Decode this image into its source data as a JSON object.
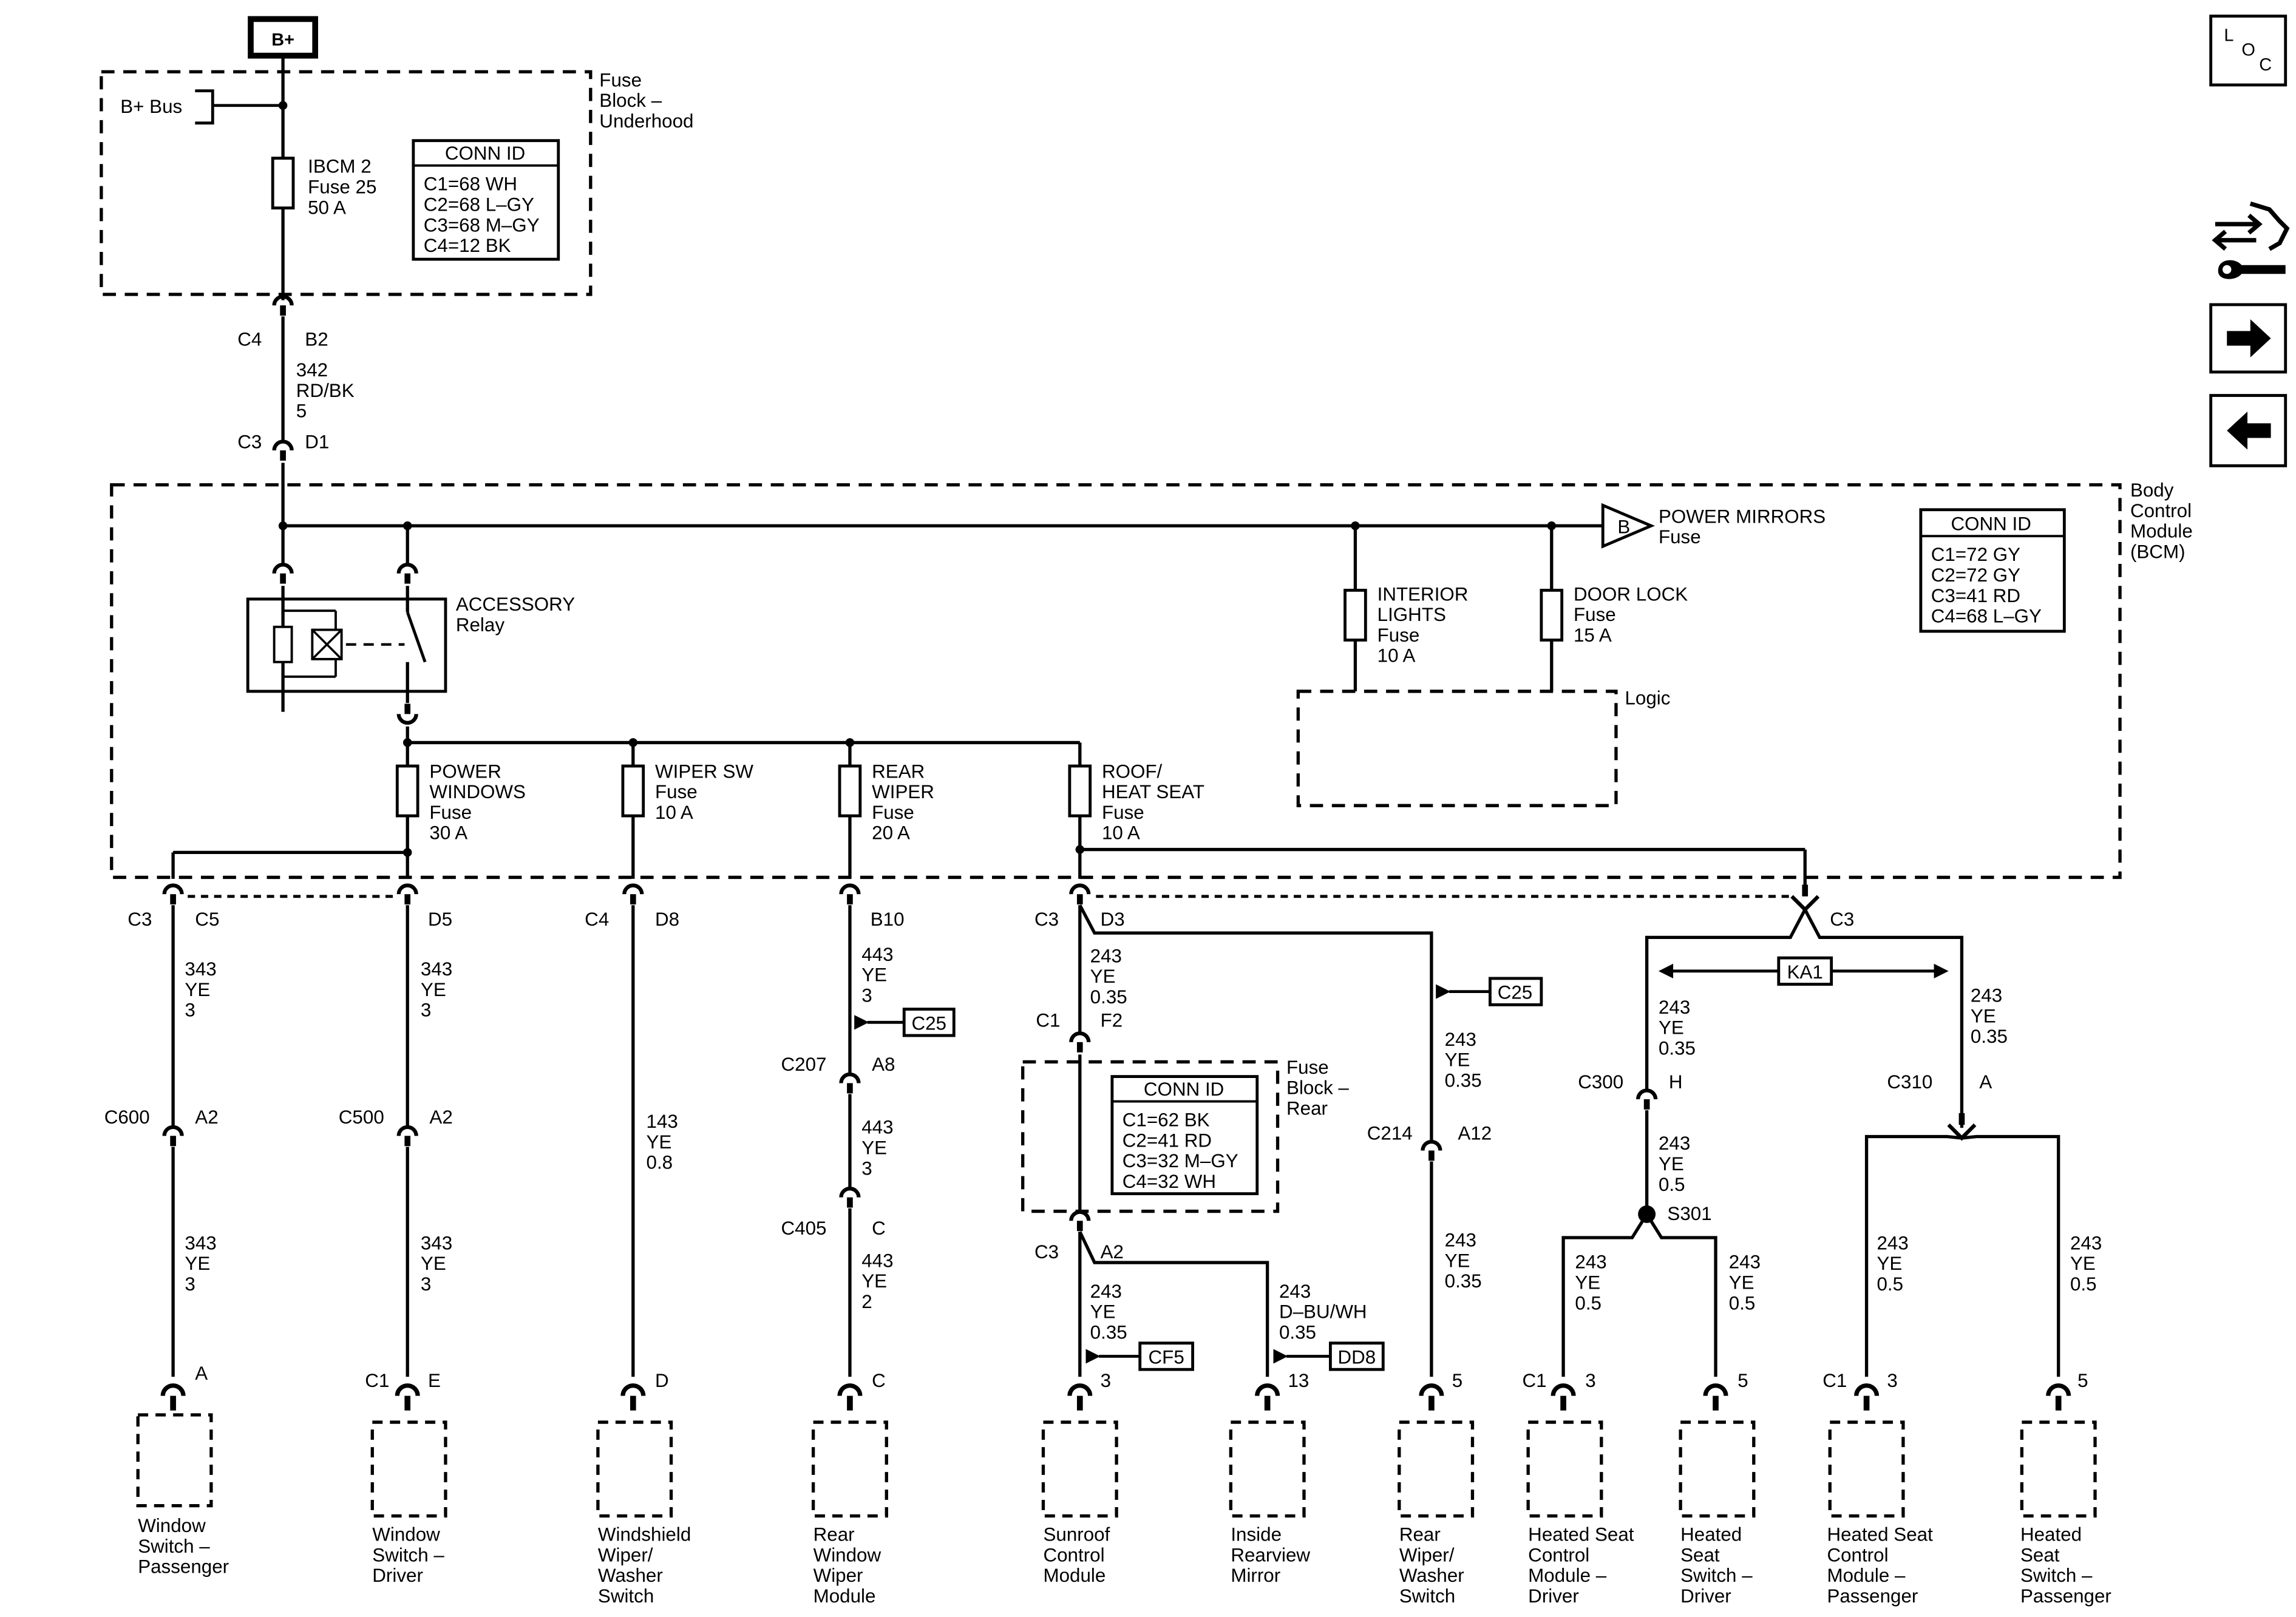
{
  "b_plus": "B+",
  "b_plus_bus": "B+ Bus",
  "fuse_block_underhood": {
    "line1": "Fuse",
    "line2": "Block –",
    "line3": "Underhood"
  },
  "ibcm_fuse": {
    "line1": "IBCM 2",
    "line2": "Fuse 25",
    "line3": "50 A"
  },
  "conn_id_underhood": {
    "title": "CONN ID",
    "rows": [
      "C1=68 WH",
      "C2=68 L–GY",
      "C3=68 M–GY",
      "C4=12 BK"
    ]
  },
  "conn_c4_b2": {
    "conn": "C4",
    "pin": "B2"
  },
  "wire_342": {
    "circuit": "342",
    "color": "RD/BK",
    "size": "5"
  },
  "conn_c3_d1": {
    "conn": "C3",
    "pin": "D1"
  },
  "bcm": {
    "line1": "Body",
    "line2": "Control",
    "line3": "Module",
    "line4": "(BCM)"
  },
  "conn_id_bcm": {
    "title": "CONN ID",
    "rows": [
      "C1=72 GY",
      "C2=72 GY",
      "C3=41 RD",
      "C4=68 L–GY"
    ]
  },
  "power_mirrors": {
    "ref": "B",
    "line1": "POWER MIRRORS",
    "line2": "Fuse"
  },
  "accessory_relay": {
    "line1": "ACCESSORY",
    "line2": "Relay"
  },
  "interior_lights_fuse": {
    "line1": "INTERIOR",
    "line2": "LIGHTS",
    "line3": "Fuse",
    "line4": "10 A"
  },
  "door_lock_fuse": {
    "line1": "DOOR LOCK",
    "line2": "Fuse",
    "line3": "15 A"
  },
  "logic": "Logic",
  "power_windows_fuse": {
    "line1": "POWER",
    "line2": "WINDOWS",
    "line3": "Fuse",
    "line4": "30 A"
  },
  "wiper_sw_fuse": {
    "line1": "WIPER SW",
    "line2": "Fuse",
    "line3": "10 A"
  },
  "rear_wiper_fuse": {
    "line1": "REAR",
    "line2": "WIPER",
    "line3": "Fuse",
    "line4": "20 A"
  },
  "roof_heat_seat_fuse": {
    "line1": "ROOF/",
    "line2": "HEAT SEAT",
    "line3": "Fuse",
    "line4": "10 A"
  },
  "bcm_pins": {
    "c3": "C3",
    "c5": "C5",
    "d5": "D5",
    "c4": "C4",
    "d8": "D8",
    "b10": "B10",
    "c3b": "C3",
    "d3": "D3",
    "c3c": "C3"
  },
  "wire_343": {
    "circuit": "343",
    "color": "YE",
    "size": "3"
  },
  "wire_143": {
    "circuit": "143",
    "color": "YE",
    "size": "0.8"
  },
  "wire_443_3": {
    "circuit": "443",
    "color": "YE",
    "size": "3"
  },
  "wire_443_2": {
    "circuit": "443",
    "color": "YE",
    "size": "2"
  },
  "wire_243_035": {
    "circuit": "243",
    "color": "YE",
    "size": "0.35"
  },
  "wire_243_05": {
    "circuit": "243",
    "color": "YE",
    "size": "0.5"
  },
  "wire_243_dbu": {
    "circuit": "243",
    "color": "D–BU/WH",
    "size": "0.35"
  },
  "refs": {
    "c25": "C25",
    "ka1": "KA1",
    "cf5": "CF5",
    "dd8": "DD8"
  },
  "connectors": {
    "c600": "C600",
    "c500": "C500",
    "a2": "A2",
    "c1": "C1",
    "f2": "F2",
    "c207": "C207",
    "a8": "A8",
    "c405": "C405",
    "c": "C",
    "c3": "C3",
    "c214": "C214",
    "a12": "A12",
    "c300": "C300",
    "h": "H",
    "c310": "C310",
    "a": "A",
    "s301": "S301"
  },
  "fuse_block_rear": {
    "line1": "Fuse",
    "line2": "Block –",
    "line3": "Rear"
  },
  "conn_id_rear": {
    "title": "CONN ID",
    "rows": [
      "C1=62 BK",
      "C2=41 RD",
      "C3=32 M–GY",
      "C4=32 WH"
    ]
  },
  "pins": {
    "a": "A",
    "c1": "C1",
    "e": "E",
    "d": "D",
    "c": "C",
    "p3": "3",
    "p13": "13",
    "p5": "5"
  },
  "components": {
    "window_switch_passenger": [
      "Window",
      "Switch –",
      "Passenger"
    ],
    "window_switch_driver": [
      "Window",
      "Switch –",
      "Driver"
    ],
    "windshield_wiper_switch": [
      "Windshield",
      "Wiper/",
      "Washer",
      "Switch"
    ],
    "rear_window_wiper_module": [
      "Rear",
      "Window",
      "Wiper",
      "Module"
    ],
    "sunroof_control_module": [
      "Sunroof",
      "Control",
      "Module"
    ],
    "inside_rearview_mirror": [
      "Inside",
      "Rearview",
      "Mirror"
    ],
    "rear_wiper_washer_switch": [
      "Rear",
      "Wiper/",
      "Washer",
      "Switch"
    ],
    "heated_seat_control_driver": [
      "Heated Seat",
      "Control",
      "Module –",
      "Driver"
    ],
    "heated_seat_switch_driver": [
      "Heated",
      "Seat",
      "Switch –",
      "Driver"
    ],
    "heated_seat_control_passenger": [
      "Heated Seat",
      "Control",
      "Module –",
      "Passenger"
    ],
    "heated_seat_switch_passenger": [
      "Heated",
      "Seat",
      "Switch –",
      "Passenger"
    ]
  },
  "nav_icons": [
    "loc-icon",
    "tools-icon",
    "next-arrow-icon",
    "previous-arrow-icon"
  ],
  "loc_icon": {
    "l": "L",
    "o": "O",
    "c": "C"
  }
}
